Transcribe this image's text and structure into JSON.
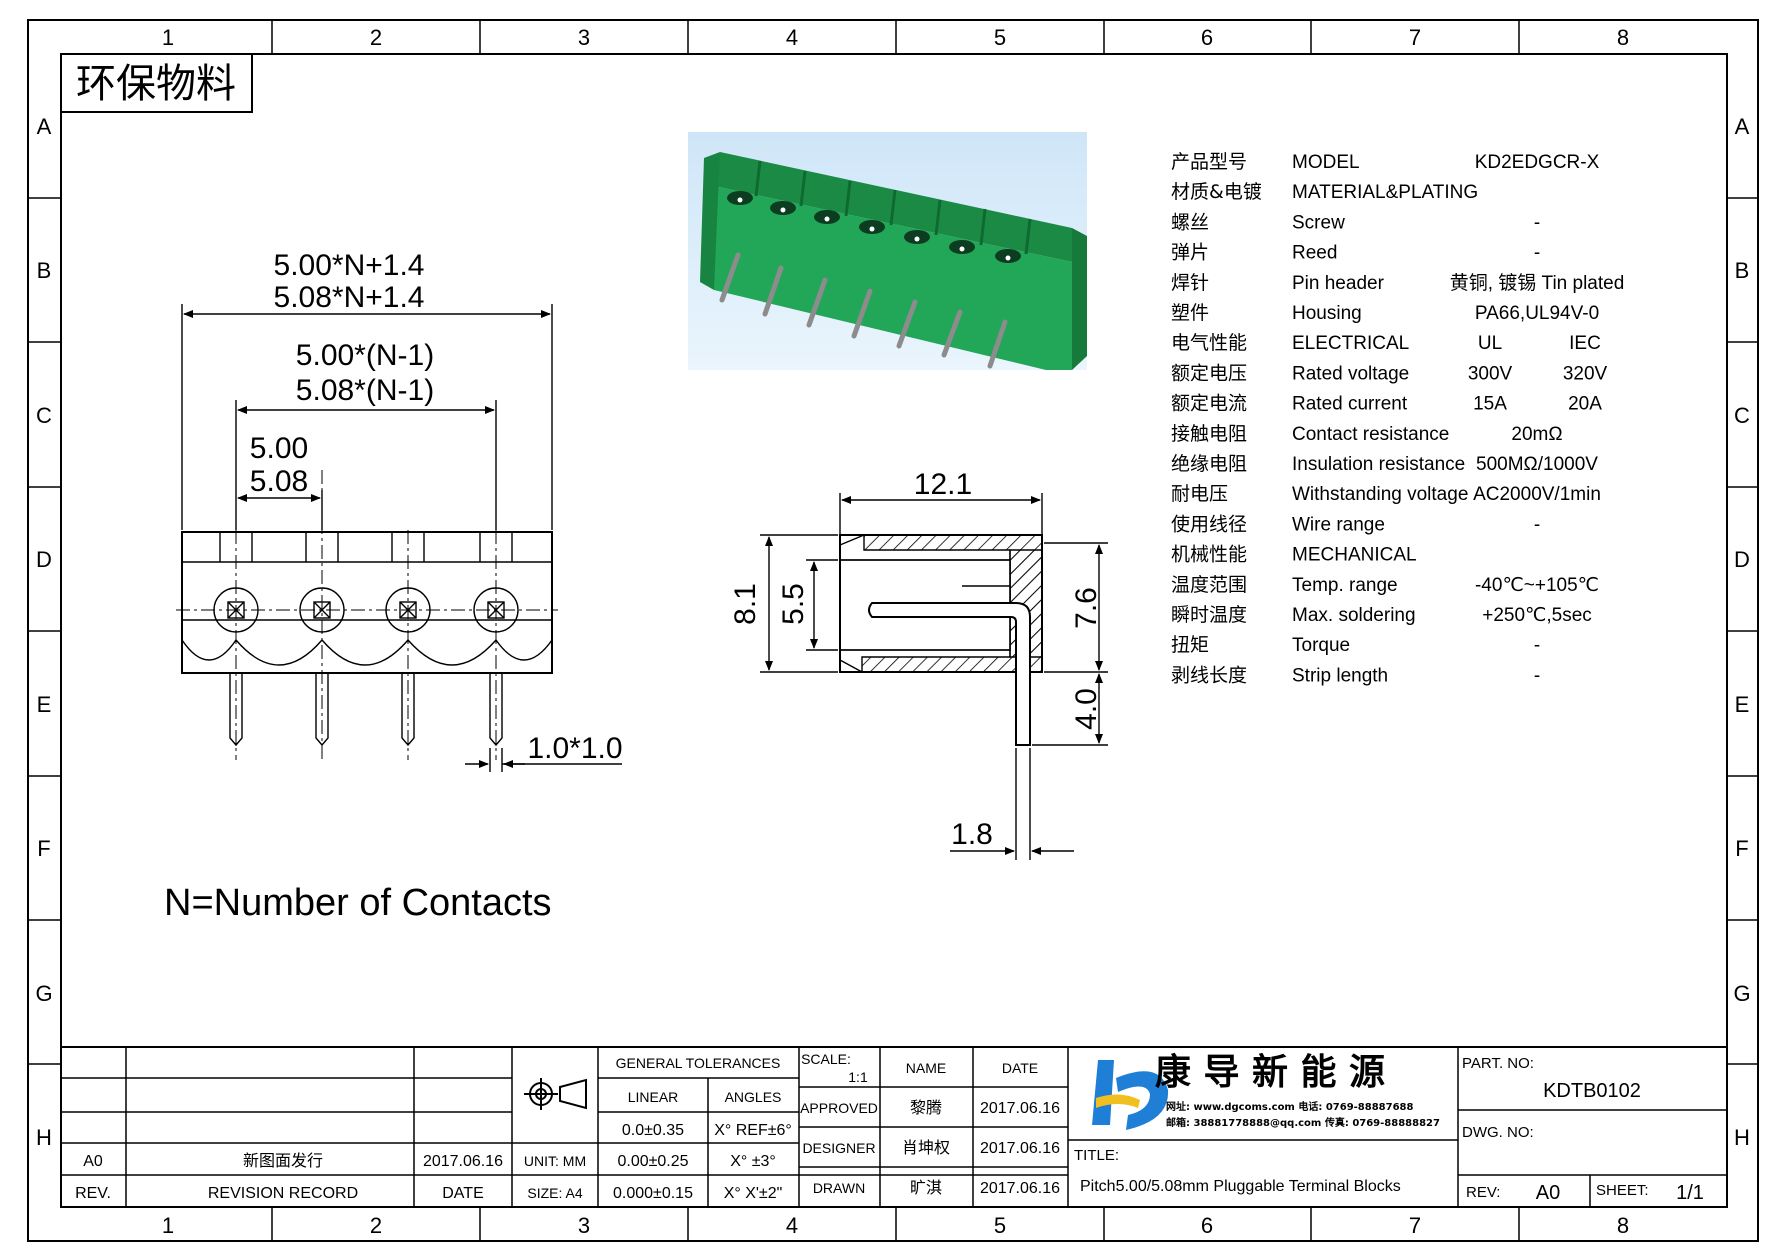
{
  "frame": {
    "col_numbers": [
      "1",
      "2",
      "3",
      "4",
      "5",
      "6",
      "7",
      "8"
    ],
    "row_letters": [
      "A",
      "B",
      "C",
      "D",
      "E",
      "F",
      "G",
      "H"
    ]
  },
  "eco_label": "环保物料",
  "front_view": {
    "overall_dim_line1": "5.00*N+1.4",
    "overall_dim_line2": "5.08*N+1.4",
    "span_dim_line1": "5.00*(N-1)",
    "span_dim_line2": "5.08*(N-1)",
    "pitch_dim_line1": "5.00",
    "pitch_dim_line2": "5.08",
    "pin_dim": "1.0*1.0"
  },
  "side_view": {
    "width_dim": "12.1",
    "height_dim": "8.1",
    "inner_dim": "5.5",
    "right_dim": "7.6",
    "pin_len_dim": "4.0",
    "offset_dim": "1.8"
  },
  "note": "N=Number of Contacts",
  "specs": [
    {
      "cn": "产品型号",
      "en": "MODEL",
      "v1": "KD2EDGCR-X",
      "v2": ""
    },
    {
      "cn": "材质&电镀",
      "en": "MATERIAL&PLATING",
      "v1": "",
      "v2": ""
    },
    {
      "cn": "螺丝",
      "en": "Screw",
      "v1": "-",
      "v2": ""
    },
    {
      "cn": "弹片",
      "en": "Reed",
      "v1": "-",
      "v2": ""
    },
    {
      "cn": "焊针",
      "en": "Pin header",
      "v1": "黄铜, 镀锡 Tin plated",
      "v2": ""
    },
    {
      "cn": "塑件",
      "en": "Housing",
      "v1": "PA66,UL94V-0",
      "v2": ""
    },
    {
      "cn": "电气性能",
      "en": "ELECTRICAL",
      "v1": "UL",
      "v2": "IEC"
    },
    {
      "cn": "额定电压",
      "en": "Rated voltage",
      "v1": "300V",
      "v2": "320V"
    },
    {
      "cn": "额定电流",
      "en": "Rated current",
      "v1": "15A",
      "v2": "20A"
    },
    {
      "cn": "接触电阻",
      "en": "Contact resistance",
      "v1": "20mΩ",
      "v2": ""
    },
    {
      "cn": "绝缘电阻",
      "en": "Insulation resistance",
      "v1": "500MΩ/1000V",
      "v2": ""
    },
    {
      "cn": "耐电压",
      "en": "Withstanding voltage",
      "v1": "AC2000V/1min",
      "v2": ""
    },
    {
      "cn": "使用线径",
      "en": "Wire range",
      "v1": "-",
      "v2": ""
    },
    {
      "cn": "机械性能",
      "en": "MECHANICAL",
      "v1": "",
      "v2": ""
    },
    {
      "cn": "温度范围",
      "en": "Temp. range",
      "v1": "-40℃~+105℃",
      "v2": ""
    },
    {
      "cn": "瞬时温度",
      "en": "Max. soldering",
      "v1": "+250℃,5sec",
      "v2": ""
    },
    {
      "cn": "扭矩",
      "en": "Torque",
      "v1": "-",
      "v2": ""
    },
    {
      "cn": "剥线长度",
      "en": "Strip length",
      "v1": "-",
      "v2": ""
    }
  ],
  "title_block": {
    "rev_value": "A0",
    "rev_record_value": "新图面发行",
    "rev_date_value": "2017.06.16",
    "rev_label": "REV.",
    "rev_record_label": "REVISION RECORD",
    "date_label": "DATE",
    "general_tolerances": "GENERAL TOLERANCES",
    "linear": "LINEAR",
    "angles": "ANGLES",
    "lin1": "0.0±0.35",
    "lin2": "0.00±0.25",
    "lin3": "0.000±0.15",
    "ang1": "X° REF±6°",
    "ang2": "X° ±3°",
    "ang3": "X° X'±2\"",
    "unit": "UNIT: MM",
    "size": "SIZE: A4",
    "scale_label": "SCALE:",
    "scale_value": "1:1",
    "name_label": "NAME",
    "date_col_label": "DATE",
    "approved_label": "APPROVED",
    "approved_name": "黎腾",
    "approved_date": "2017.06.16",
    "designer_label": "DESIGNER",
    "designer_name": "肖坤权",
    "designer_date": "2017.06.16",
    "drawn_label": "DRAWN",
    "drawn_name": "旷淇",
    "drawn_date": "2017.06.16",
    "company_name": "康 导 新 能 源",
    "company_line1": "网址: www.dgcoms.com  电话: 0769-88887688",
    "company_line2": "邮箱: 38881778888@qq.com 传真: 0769-88888827",
    "title_label": "TITLE:",
    "title_value": "Pitch5.00/5.08mm Pluggable Terminal Blocks",
    "part_no_label": "PART. NO:",
    "part_no_value": "KDTB0102",
    "dwg_no_label": "DWG. NO:",
    "rev2_label": "REV:",
    "rev2_value": "A0",
    "sheet_label": "SHEET:",
    "sheet_value": "1/1"
  },
  "colors": {
    "connector_green": "#1f9e50",
    "photo_bg": "#d8ecfa",
    "logo_blue": "#1f7fd6",
    "logo_yellow": "#f0c020"
  }
}
